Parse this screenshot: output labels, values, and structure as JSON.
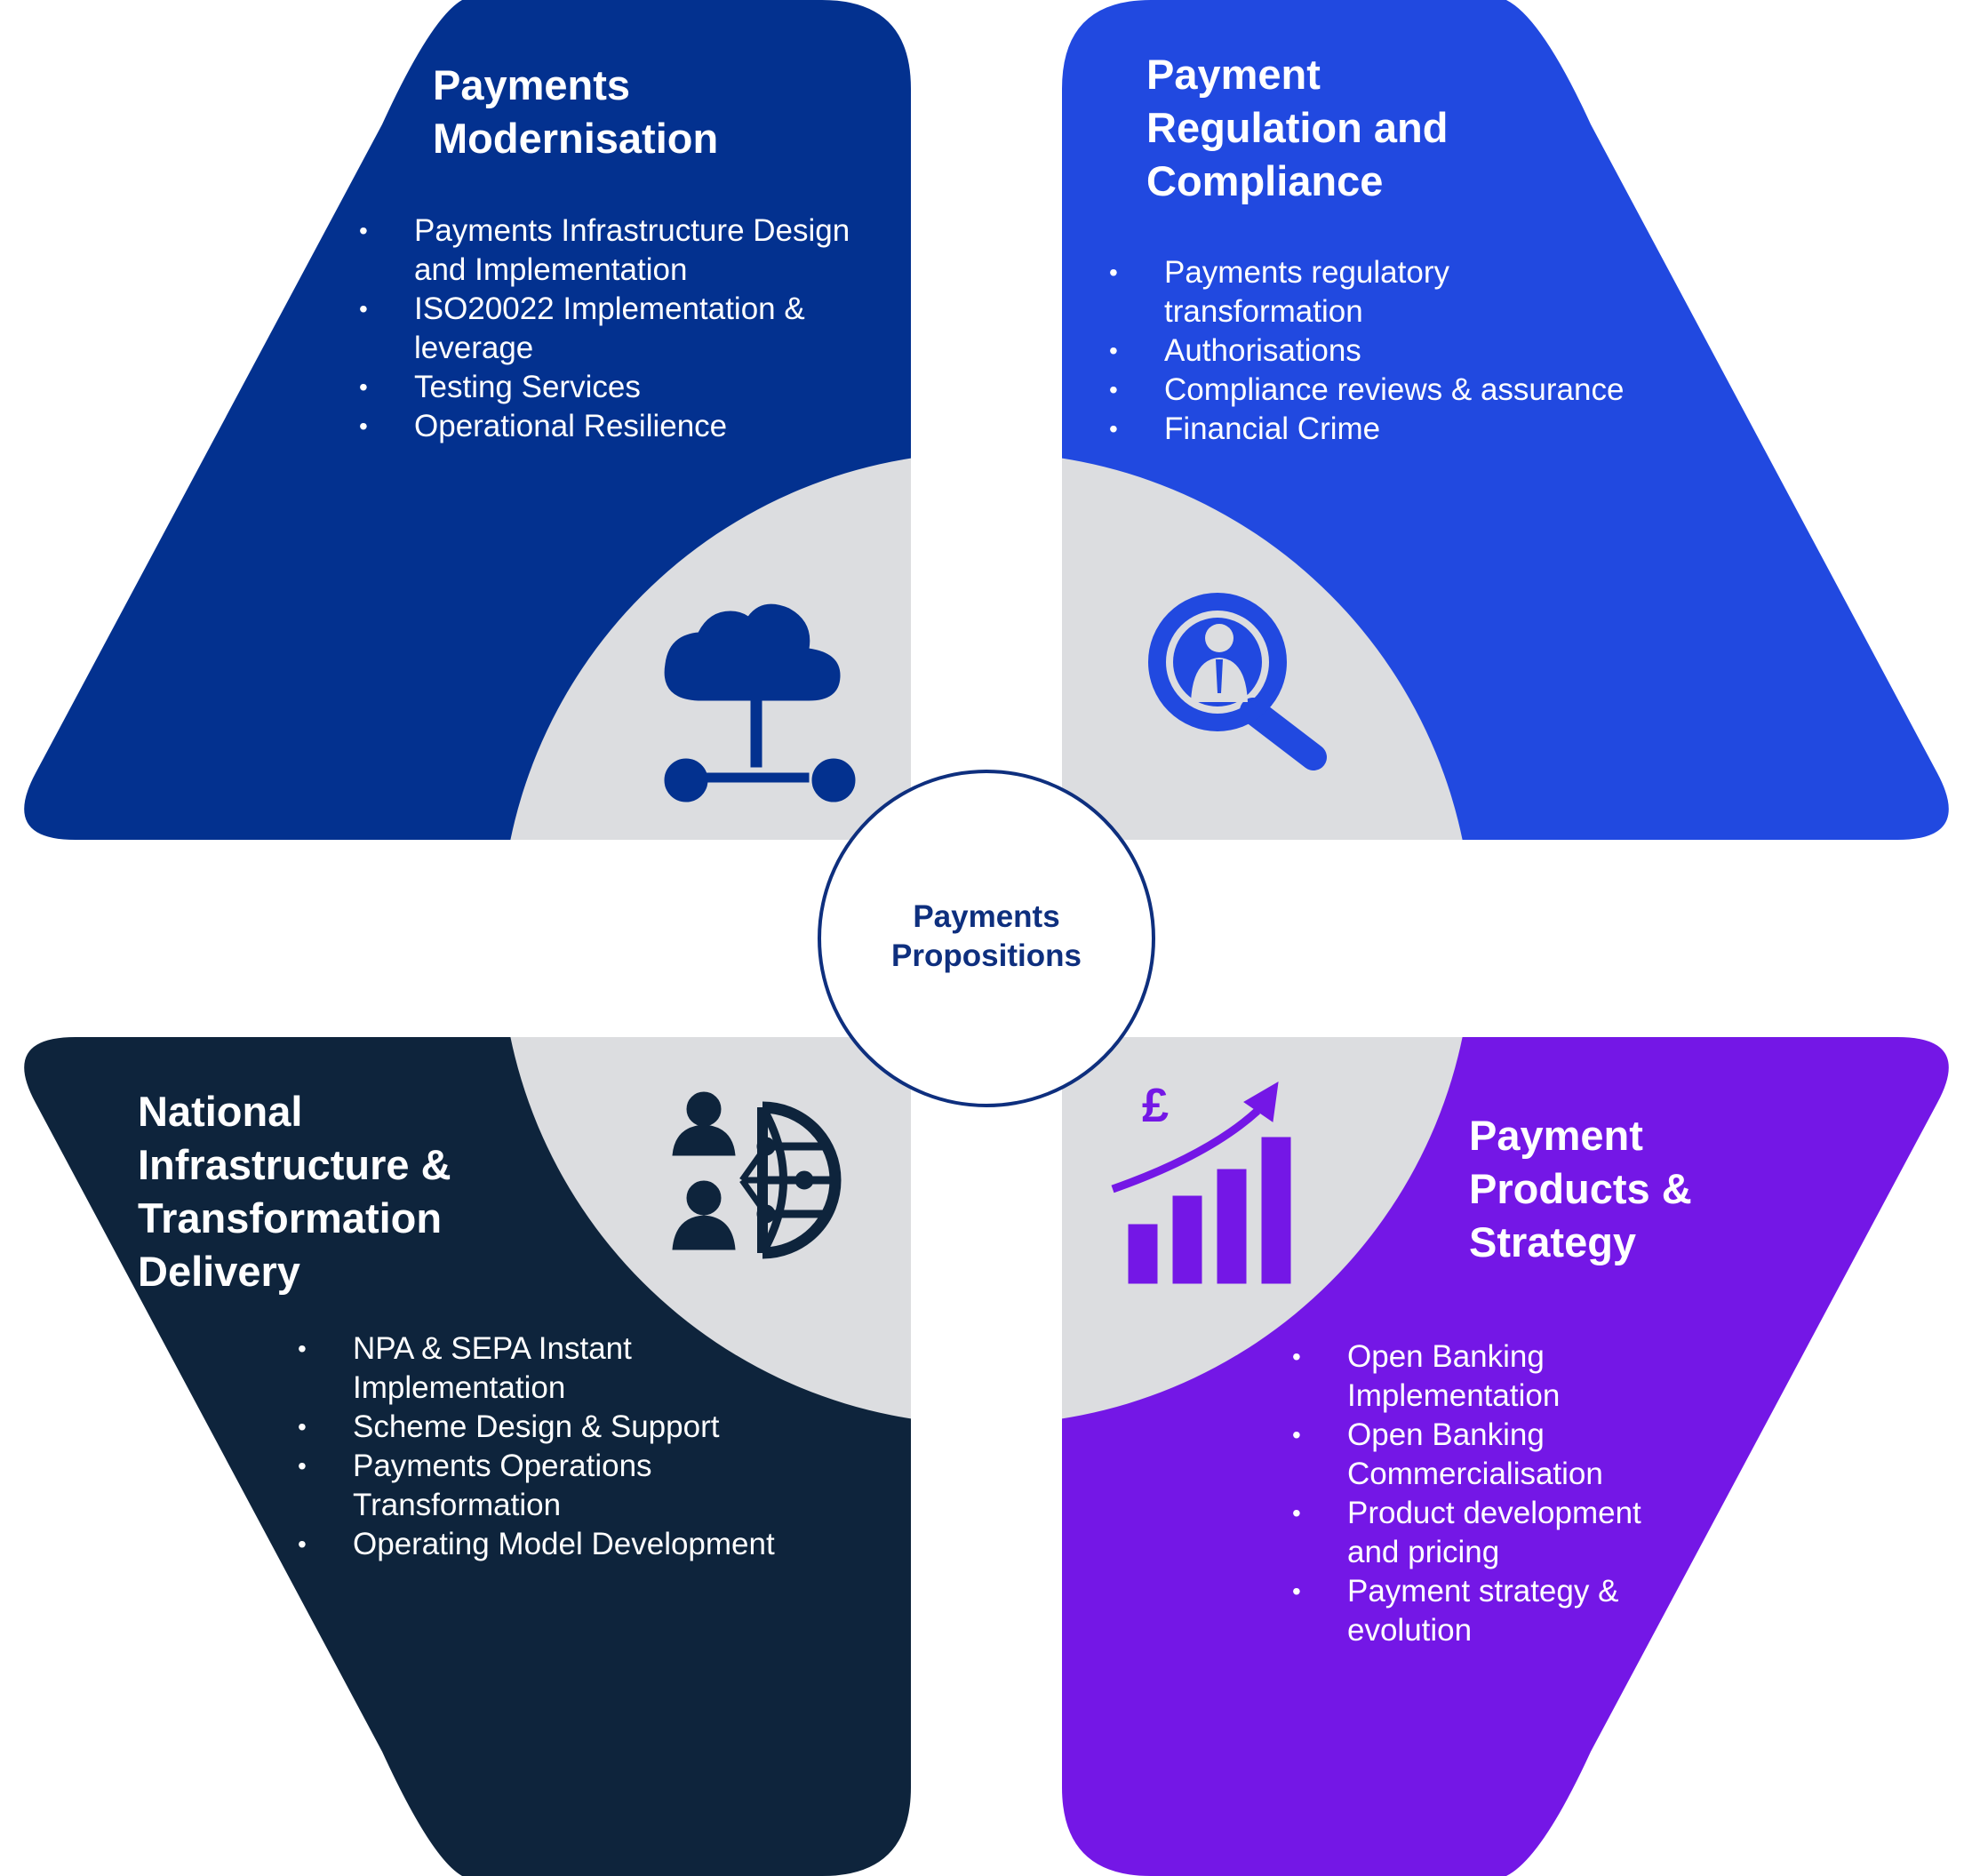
{
  "colors": {
    "navy": "#03318f",
    "blue": "#2149e0",
    "dark": "#0e243c",
    "purple": "#7417e6",
    "grey": "#dcdde0",
    "center_ring": "#0e2f7e"
  },
  "center": {
    "line1": "Payments",
    "line2": "Propositions"
  },
  "quadrants": {
    "modernisation": {
      "title_lines": [
        "Payments",
        "Modernisation"
      ],
      "icon": "cloud-network-icon",
      "items": [
        "Payments Infrastructure Design\nand Implementation",
        "ISO20022 Implementation &\nleverage",
        "Testing Services",
        "Operational Resilience"
      ]
    },
    "regulation": {
      "title_lines": [
        "Payment",
        "Regulation and",
        "Compliance"
      ],
      "icon": "magnifier-person-icon",
      "items": [
        "Payments regulatory\ntransformation",
        "Authorisations",
        "Compliance reviews & assurance",
        "Financial Crime"
      ]
    },
    "infrastructure": {
      "title_lines": [
        "National",
        "Infrastructure &",
        "Transformation",
        "Delivery"
      ],
      "icon": "people-globe-network-icon",
      "items": [
        "NPA & SEPA Instant\nImplementation",
        "Scheme Design & Support",
        "Payments Operations\nTransformation",
        "Operating Model Development"
      ]
    },
    "products": {
      "title_lines": [
        "Payment",
        "Products &",
        "Strategy"
      ],
      "icon": "pound-growth-chart-icon",
      "icon_symbol": "£",
      "items": [
        "Open Banking\nImplementation",
        "Open Banking\nCommercialisation",
        "Product development\nand pricing",
        "Payment strategy &\nevolution"
      ]
    }
  }
}
